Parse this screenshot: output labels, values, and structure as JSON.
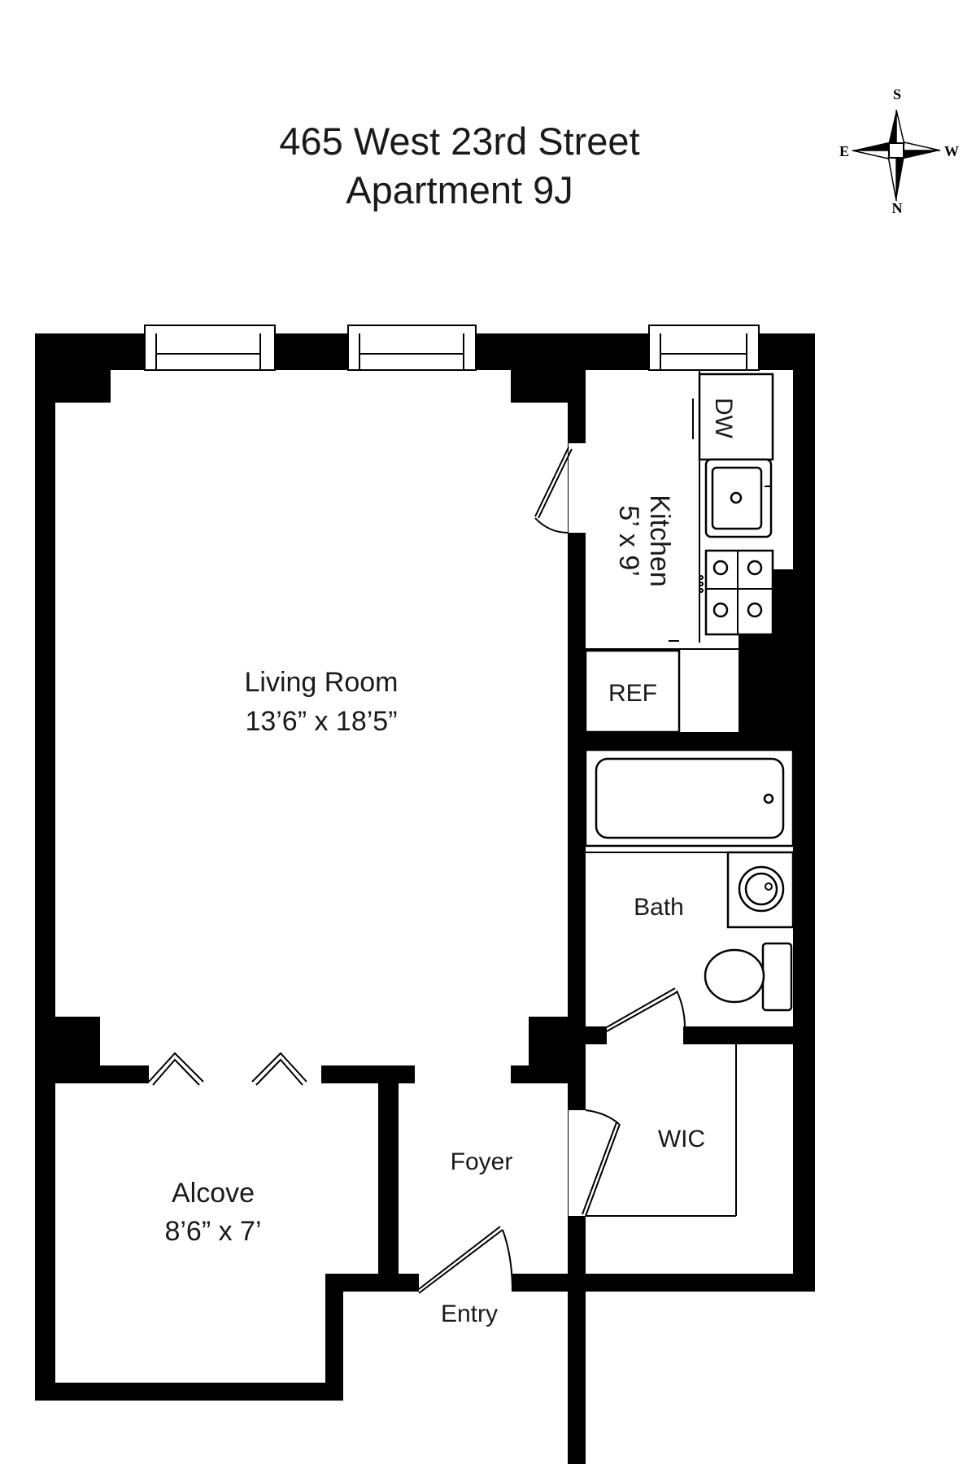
{
  "header": {
    "address": "465 West 23rd Street",
    "unit": "Apartment 9J"
  },
  "compass": {
    "top": "S",
    "left": "E",
    "right": "W",
    "bottom": "N"
  },
  "rooms": {
    "living_name": "Living Room",
    "living_dims": "13’6” x 18’5”",
    "kitchen_name": "Kitchen",
    "kitchen_dims": "5’ x 9’",
    "dishwasher": "DW",
    "refrigerator": "REF",
    "bath": "Bath",
    "closet": "WIC",
    "foyer": "Foyer",
    "alcove_name": "Alcove",
    "alcove_dims": "8’6” x 7’",
    "entry": "Entry"
  }
}
